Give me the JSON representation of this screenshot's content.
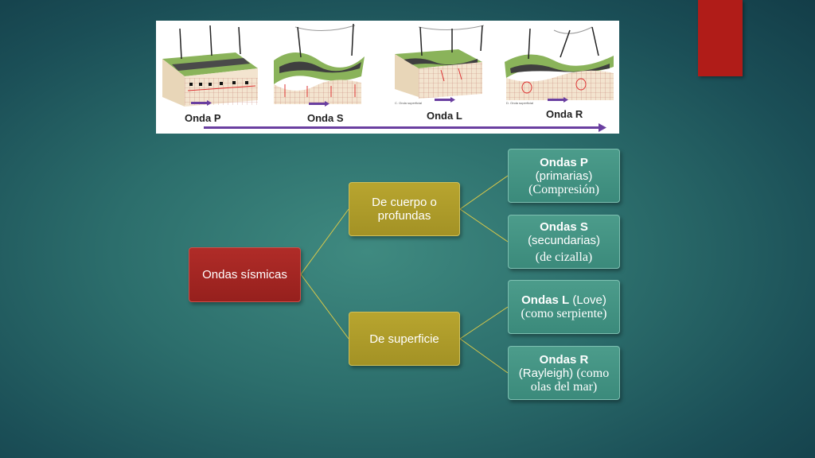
{
  "figure": {
    "labels": [
      "Onda P",
      "Onda S",
      "Onda L",
      "Onda R"
    ],
    "captions": [
      "C. Onda superficial",
      "D. Onda superficial"
    ]
  },
  "diagram": {
    "root": "Ondas sísmicas",
    "branch_body": "De cuerpo o profundas",
    "branch_surface": "De superficie",
    "p": {
      "name": "Ondas P",
      "line2": "(primarias)",
      "line3": "(Compresión)"
    },
    "s": {
      "name": "Ondas S",
      "line2": "(secundarias)",
      "line3": "(de cizalla)"
    },
    "l": {
      "name": "Ondas L",
      "line1b": " (Love)",
      "line2": "(como serpiente)"
    },
    "r": {
      "name": "Ondas R",
      "line2a": "(Rayleigh) ",
      "line2b": "(como",
      "line3": "olas del mar)"
    }
  },
  "colors": {
    "red_box": "#a52622",
    "olive_box": "#ad9a2a",
    "teal_box": "#42927f",
    "connector": "#d9c84a",
    "arrow": "#6a3fa0"
  }
}
